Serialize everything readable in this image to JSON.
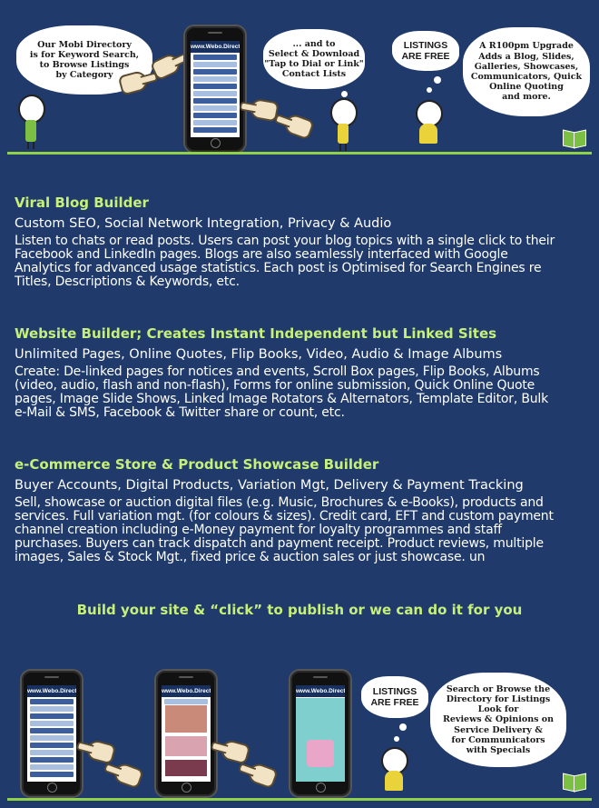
{
  "top_banner": {
    "bubble_left": "Our Mobi Directory\nis for Keyword Search,\nto Browse Listings\nby Category",
    "phone_header": "www.Webo.Directory",
    "bubble_mid": "... and to\nSelect & Download\n\"Tap to Dial or Link\"\nContact Lists",
    "bubble_listings": "LISTINGS\nARE FREE",
    "bubble_upgrade": "A R100pm Upgrade\nAdds a Blog, Slides,\nGalleries, Showcases,\nCommunicators, Quick\nOnline Quoting\nand more."
  },
  "sections": [
    {
      "title": "Viral Blog Builder",
      "subtitle": "Custom SEO, Social Network Integration, Privacy & Audio",
      "body": "Listen to chats or read posts. Users can post your blog topics with a single click to their Facebook and LinkedIn pages. Blogs are also seamlessly interfaced with Google Analytics for advanced usage statistics. Each post is Optimised for Search Engines re Titles, Descriptions & Keywords, etc."
    },
    {
      "title": "Website Builder; Creates Instant Independent but Linked Sites",
      "subtitle": "Unlimited Pages, Online Quotes, Flip Books, Video, Audio & Image Albums",
      "body": "Create: De-linked pages for notices and events, Scroll Box pages, Flip Books, Albums (video, audio, flash and non-flash), Forms for online submission, Quick Online Quote pages,  Image Slide Shows, Linked Image Rotators & Alternators, Template Editor, Bulk e-Mail & SMS, Facebook & Twitter share or count, etc."
    },
    {
      "title": "e-Commerce Store & Product Showcase Builder",
      "subtitle": "Buyer Accounts, Digital Products, Variation Mgt, Delivery & Payment Tracking",
      "body": "Sell, showcase or auction digital files (e.g. Music, Brochures & e-Books), products and services. Full variation mgt. (for colours & sizes).  Credit card, EFT and custom payment channel creation including e-Money  payment for loyalty programmes and staff purchases. Buyers can track dispatch and payment receipt. Product reviews, multiple images, Sales & Stock Mgt., fixed price  & auction  sales or just showcase. un"
    }
  ],
  "cta": "Build your site & “click” to publish or we can do it for you",
  "bottom_banner": {
    "phone1_header": "www.Webo.Directory",
    "phone2_header": "www.Webo.Directory",
    "phone3_header": "www.Webo.Directory",
    "bubble_listings": "LISTINGS\nARE FREE",
    "bubble_search": "Search or Browse the\nDirectory for Listings\nLook for\nReviews & Opinions on\nService Delivery &\nfor Communicators\nwith Specials"
  },
  "colors": {
    "background": "#1f3a6b",
    "accent_green": "#c6f07a",
    "ground_green": "#8fd24a"
  },
  "icons": [
    "pointing-hand-icon",
    "book-icon",
    "stick-figure-icon",
    "phone-icon"
  ]
}
